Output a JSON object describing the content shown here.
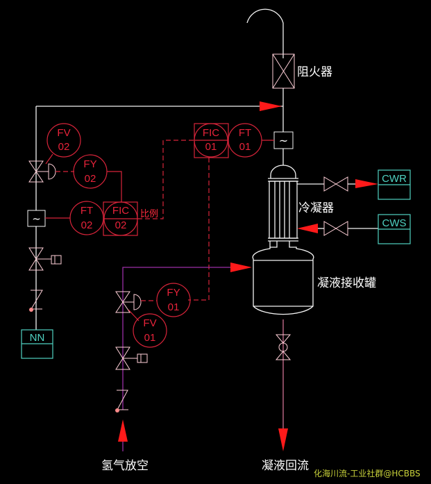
{
  "title": "Condenser and condensate receiver P&ID with ratio flow control",
  "colors": {
    "background": "#000000",
    "process_line": "#f4f4f4",
    "instrument": "#d8243a",
    "hydrogen_line": "#9b2fa6",
    "utility_box": "#4fd2c2",
    "flow_arrow": "#ff1a1a",
    "watermark": "#c9d23a"
  },
  "labels": {
    "flame_arrester": "阻火器",
    "condenser": "冷凝器",
    "receiver_tank": "凝液接收罐",
    "hydrogen_vent": "氢气放空",
    "condensate_return": "凝液回流",
    "ratio": "比例"
  },
  "instruments": {
    "fv02": {
      "tag": "FV",
      "num": "02"
    },
    "fy02": {
      "tag": "FY",
      "num": "02"
    },
    "ft02": {
      "tag": "FT",
      "num": "02"
    },
    "fic02": {
      "tag": "FIC",
      "num": "02"
    },
    "fic01": {
      "tag": "FIC",
      "num": "01"
    },
    "ft01": {
      "tag": "FT",
      "num": "01"
    },
    "fy01": {
      "tag": "FY",
      "num": "01"
    },
    "fv01": {
      "tag": "FV",
      "num": "01"
    }
  },
  "utilities": {
    "cwr": "CWR",
    "cws": "CWS",
    "nn": "NN"
  },
  "flowmeter_symbol": "~",
  "watermark": "化海川流-工业社群@HCBBS"
}
